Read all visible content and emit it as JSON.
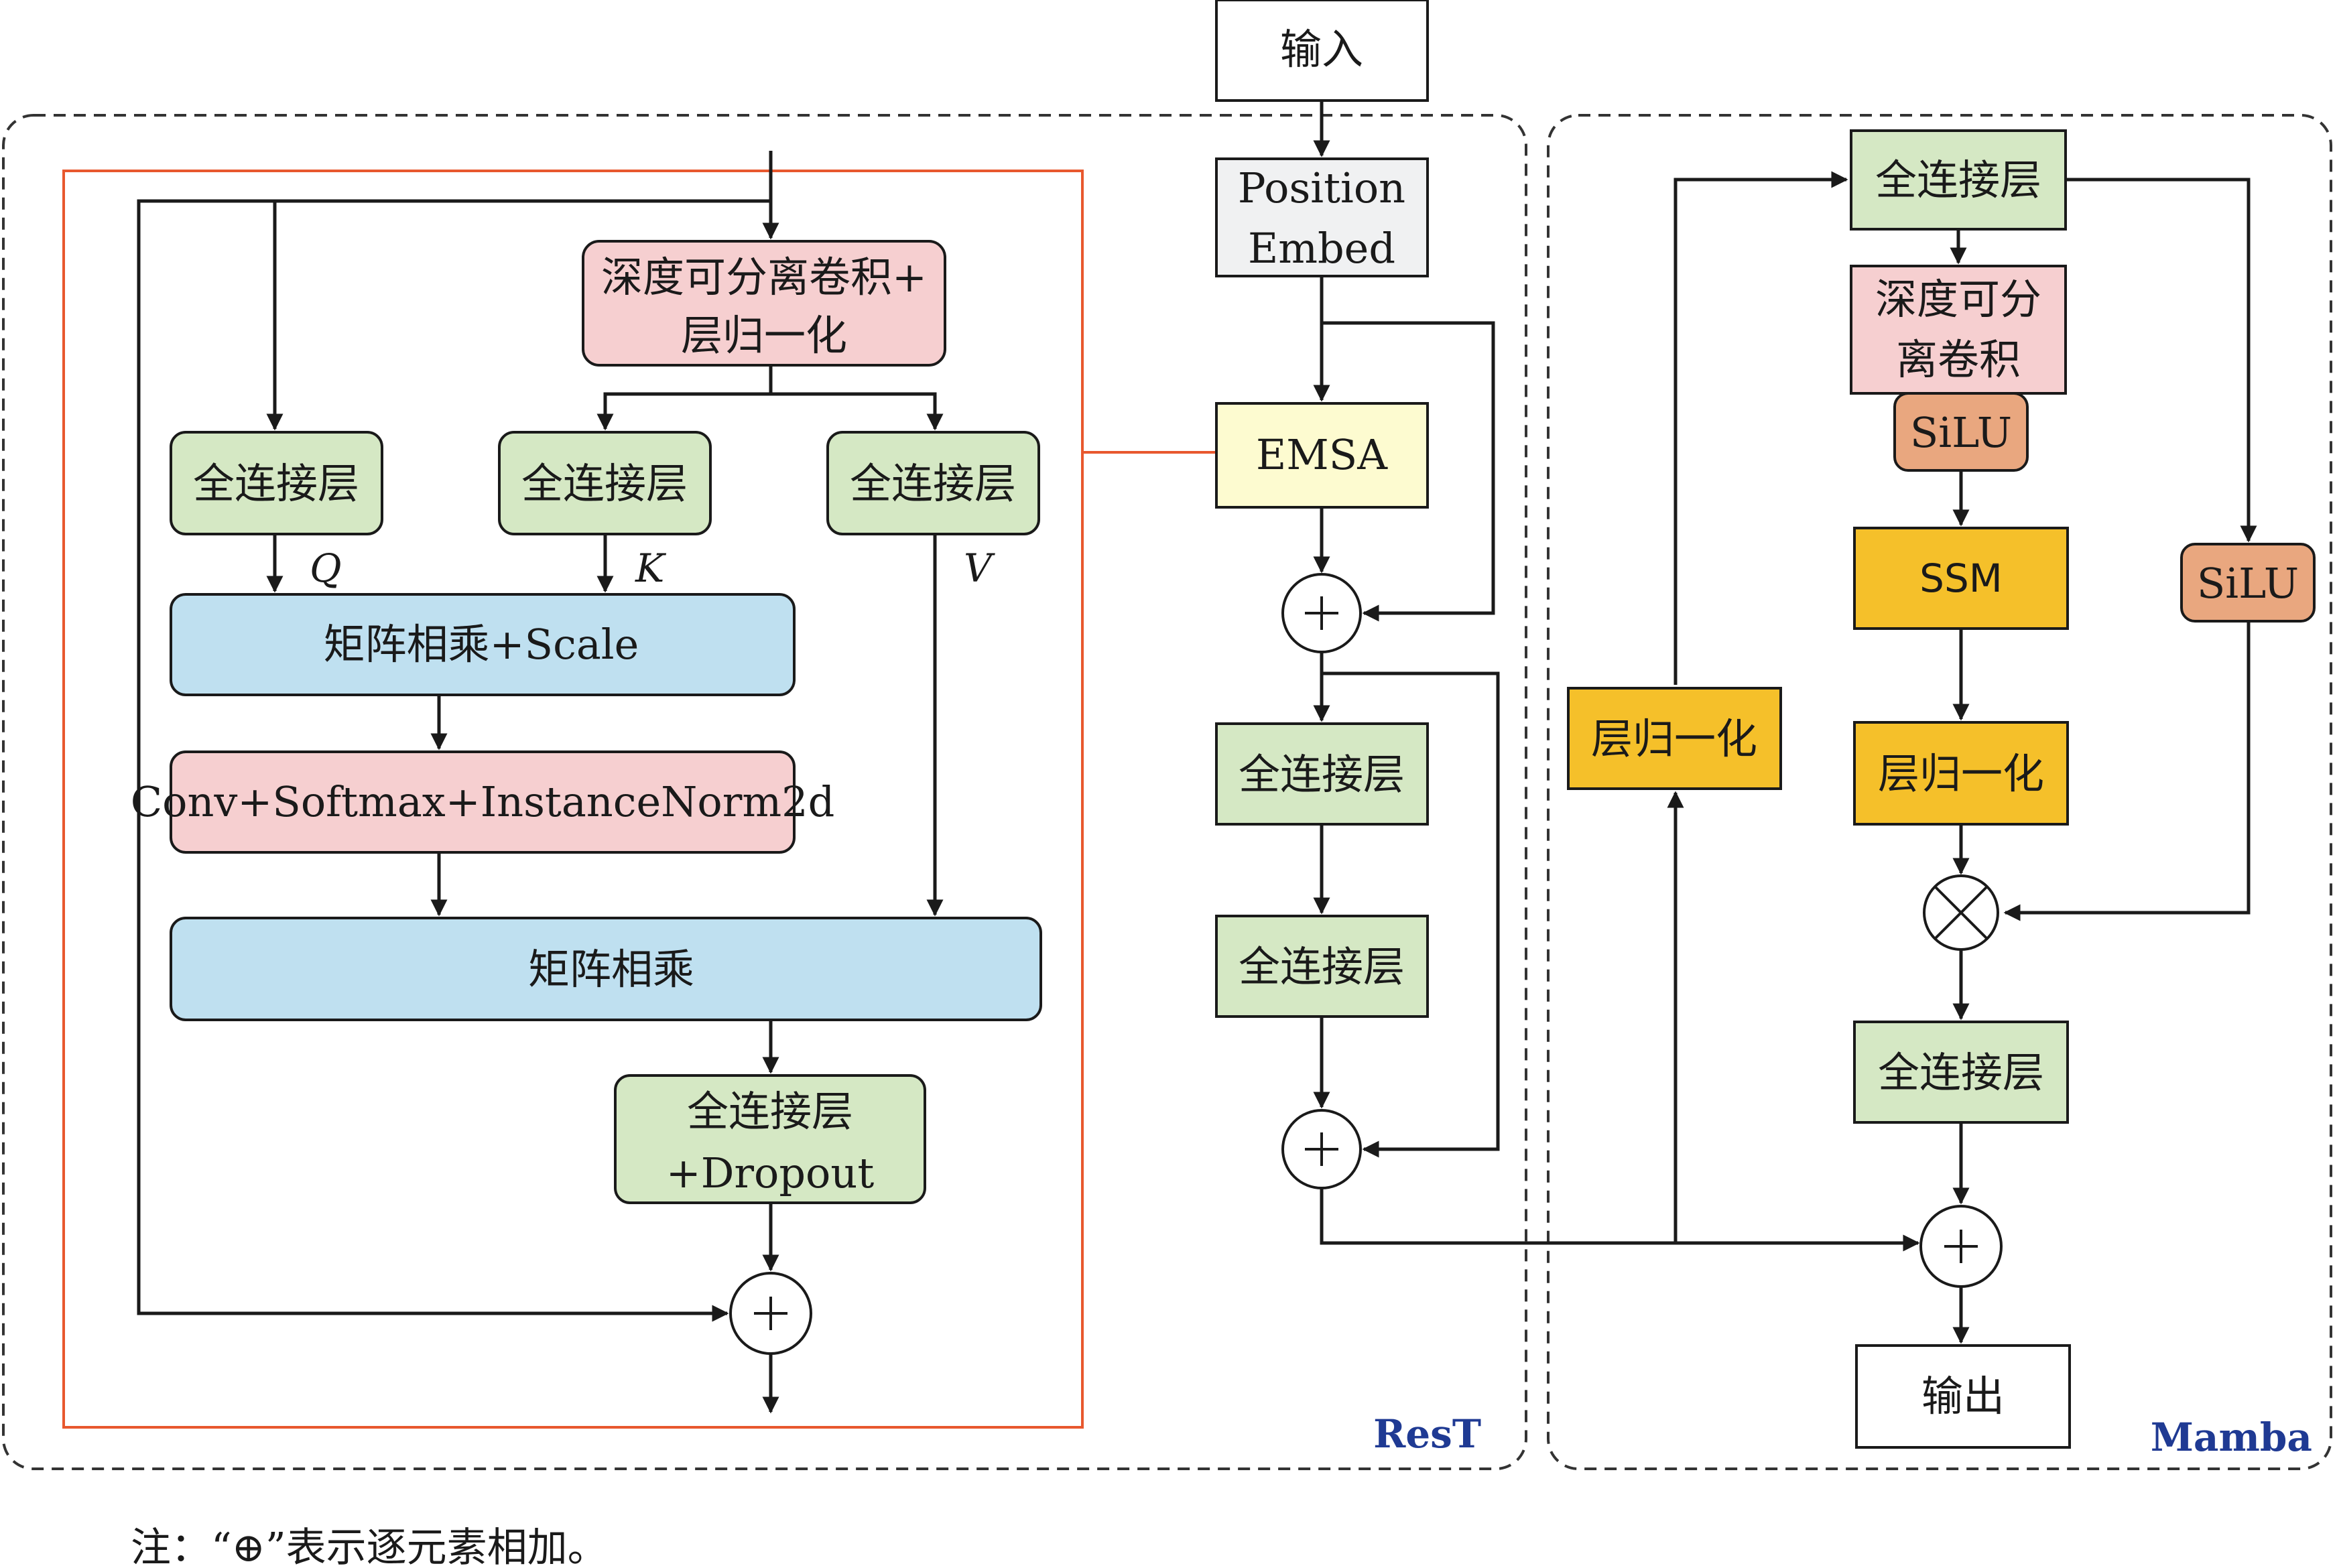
{
  "top": {
    "input": "输入",
    "position_embed_line1": "Position",
    "position_embed_line2": "Embed",
    "emsa": "EMSA"
  },
  "rest": {
    "label": "ResT",
    "dwconv_line1": "深度可分离卷积+",
    "dwconv_line2": "层归一化",
    "fc_q": "全连接层",
    "fc_k": "全连接层",
    "fc_v": "全连接层",
    "q": "Q",
    "k": "K",
    "v": "V",
    "matmul_scale": "矩阵相乘+Scale",
    "conv_softmax": "Conv+Softmax+InstanceNorm2d",
    "matmul": "矩阵相乘",
    "fc_dropout_line1": "全连接层",
    "fc_dropout_line2": "+Dropout",
    "main_fc1": "全连接层",
    "main_fc2": "全连接层"
  },
  "mamba": {
    "label": "Mamba",
    "fc_top": "全连接层",
    "dwconv_line1": "深度可分",
    "dwconv_line2": "离卷积",
    "silu_left": "SiLU",
    "ssm": "SSM",
    "silu_right": "SiLU",
    "ln_inner": "层归一化",
    "ln_left": "层归一化",
    "fc_bottom": "全连接层",
    "output": "输出"
  },
  "note": "注：“⊕”表示逐元素相加。",
  "colors": {
    "green": "#d5e8c4",
    "pink": "#f6cfd0",
    "blue": "#bfe0f0",
    "yellow_light": "#fdfbd0",
    "gray": "#f0f1f2",
    "orange": "#e9a77f",
    "gold": "#f5c02a",
    "red_frame": "#e8582e",
    "label_blue": "#1f3a93"
  }
}
